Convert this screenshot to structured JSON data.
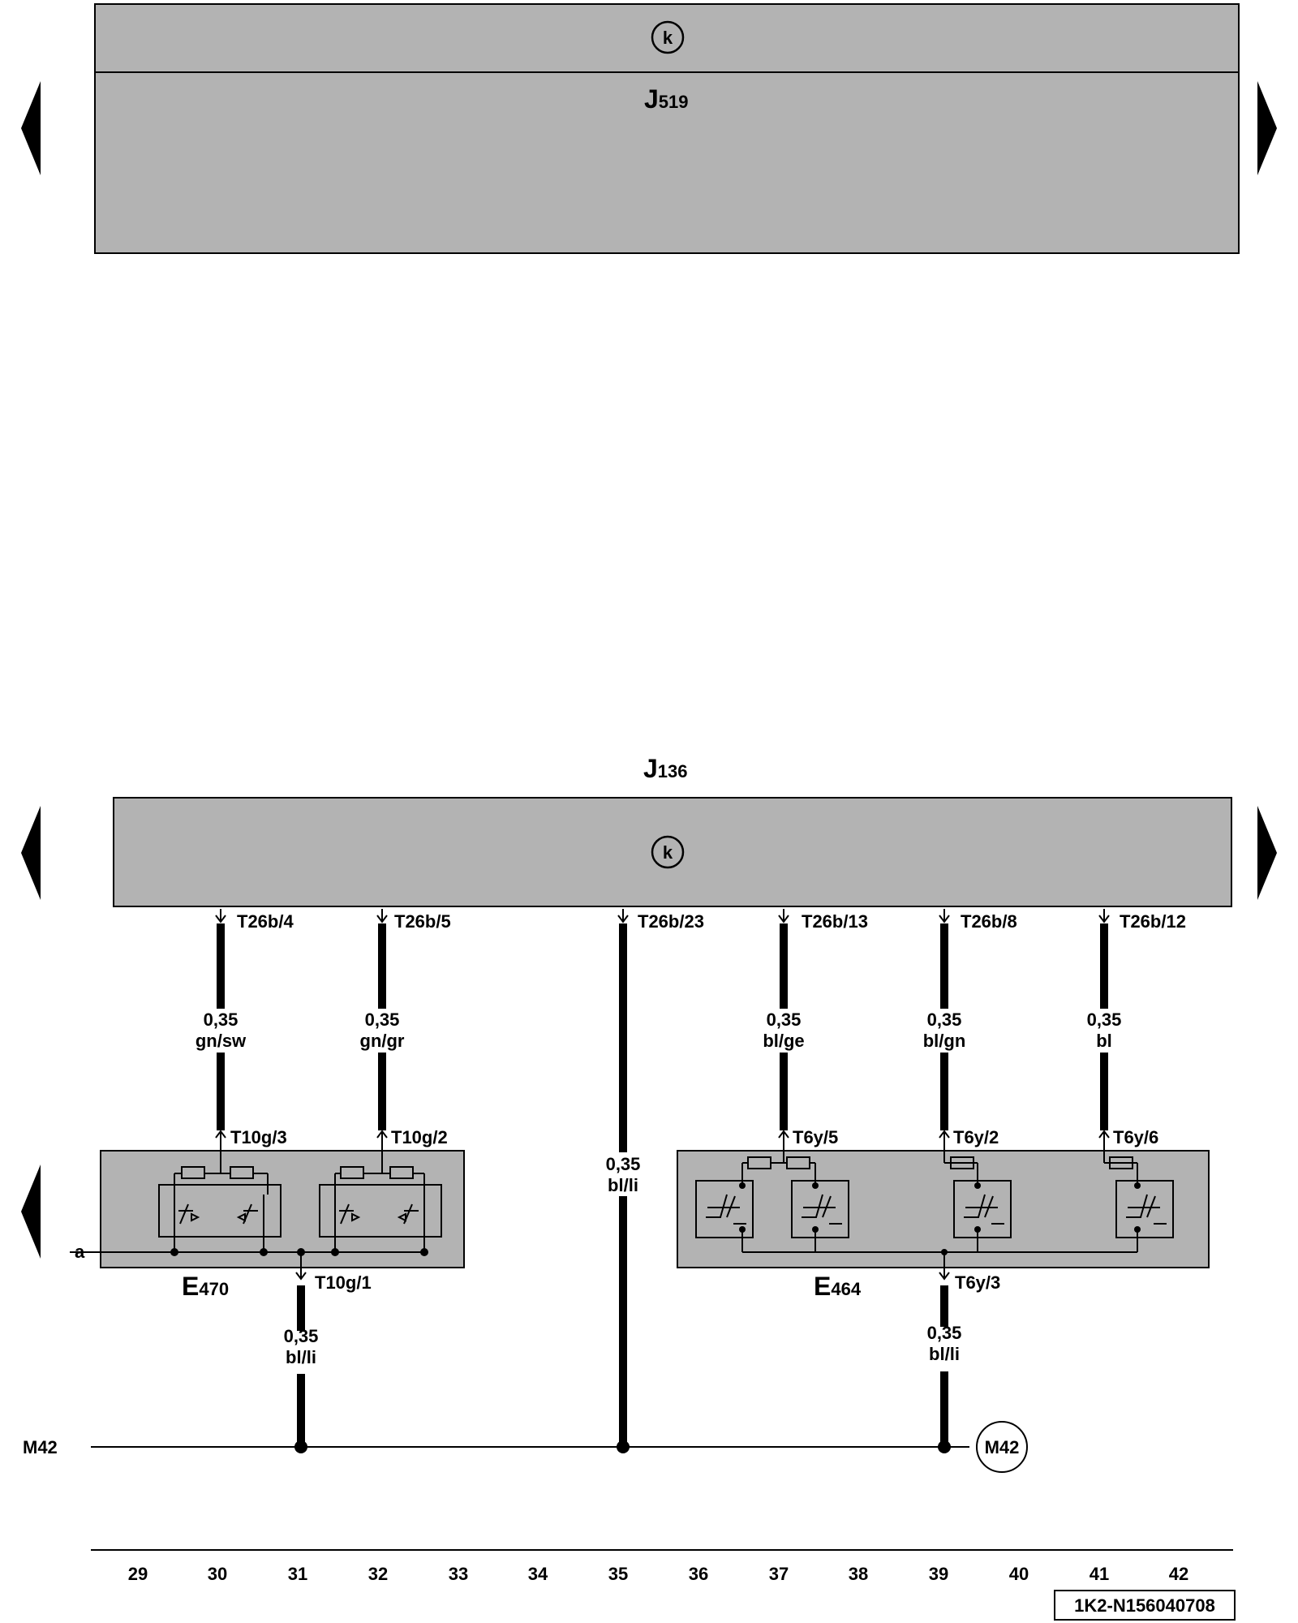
{
  "top_unit": {
    "code": "J",
    "sub": "519",
    "ground_symbol": "k"
  },
  "bottom_unit": {
    "code": "J",
    "sub": "136",
    "ground_symbol": "k"
  },
  "modules": [
    {
      "code": "E",
      "sub": "470"
    },
    {
      "code": "E",
      "sub": "464"
    }
  ],
  "connector_pins": {
    "t26b_4": "T26b/4",
    "t26b_5": "T26b/5",
    "t26b_23": "T26b/23",
    "t26b_13": "T26b/13",
    "t26b_8": "T26b/8",
    "t26b_12": "T26b/12",
    "t10g_3": "T10g/3",
    "t10g_2": "T10g/2",
    "t10g_1": "T10g/1",
    "t6y_5": "T6y/5",
    "t6y_2": "T6y/2",
    "t6y_6": "T6y/6",
    "t6y_3": "T6y/3"
  },
  "wires": [
    {
      "size": "0,35",
      "color": "gn/sw"
    },
    {
      "size": "0,35",
      "color": "gn/gr"
    },
    {
      "size": "0,35",
      "color": "bl/li"
    },
    {
      "size": "0,35",
      "color": "bl/ge"
    },
    {
      "size": "0,35",
      "color": "bl/gn"
    },
    {
      "size": "0,35",
      "color": "bl"
    },
    {
      "size": "0,35",
      "color": "bl/li"
    },
    {
      "size": "0,35",
      "color": "bl/li"
    }
  ],
  "side_labels": {
    "a": "a",
    "m42_left": "M42",
    "m42_circle": "M42"
  },
  "column_numbers": [
    "29",
    "30",
    "31",
    "32",
    "33",
    "34",
    "35",
    "36",
    "37",
    "38",
    "39",
    "40",
    "41",
    "42"
  ],
  "diagram_id": "1K2-N156040708",
  "colors": {
    "component_fill": "#b3b3b3",
    "line": "#000000"
  }
}
